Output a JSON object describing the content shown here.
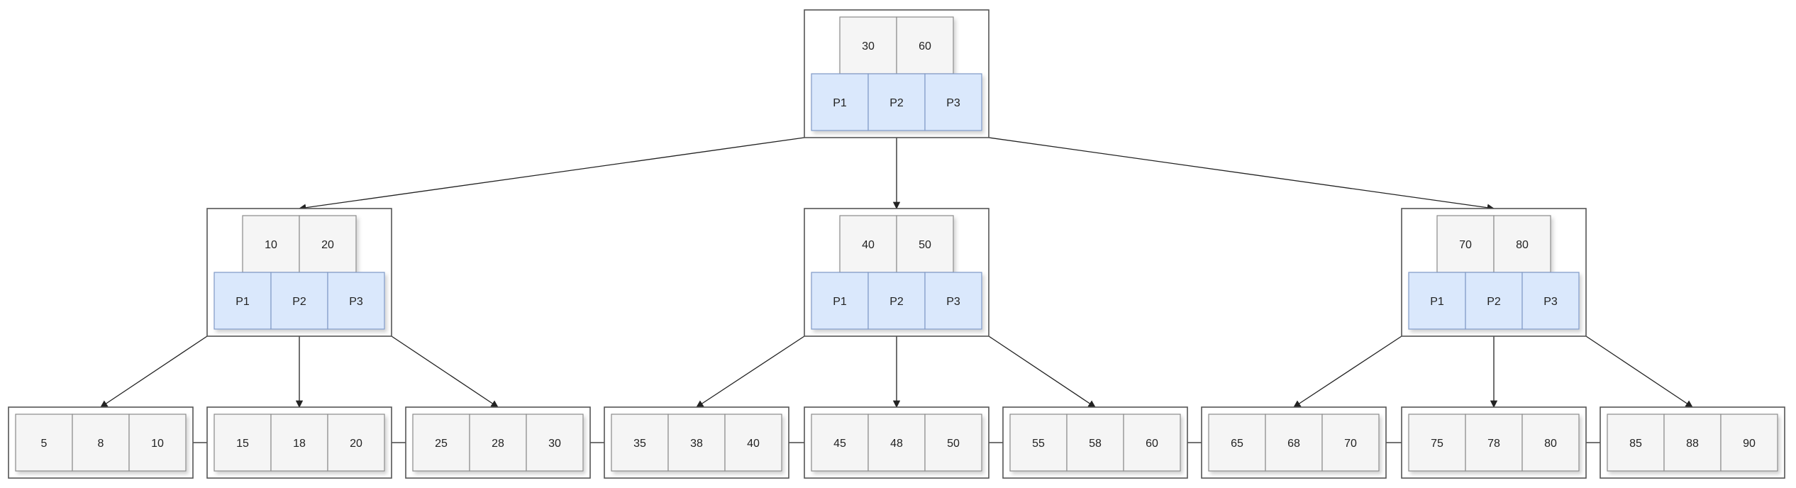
{
  "tree": {
    "root": {
      "keys": [
        "30",
        "60"
      ],
      "pointers": [
        "P1",
        "P2",
        "P3"
      ]
    },
    "internal": [
      {
        "keys": [
          "10",
          "20"
        ],
        "pointers": [
          "P1",
          "P2",
          "P3"
        ]
      },
      {
        "keys": [
          "40",
          "50"
        ],
        "pointers": [
          "P1",
          "P2",
          "P3"
        ]
      },
      {
        "keys": [
          "70",
          "80"
        ],
        "pointers": [
          "P1",
          "P2",
          "P3"
        ]
      }
    ],
    "leaves": [
      [
        "5",
        "8",
        "10"
      ],
      [
        "15",
        "18",
        "20"
      ],
      [
        "25",
        "28",
        "30"
      ],
      [
        "35",
        "38",
        "40"
      ],
      [
        "45",
        "48",
        "50"
      ],
      [
        "55",
        "58",
        "60"
      ],
      [
        "65",
        "68",
        "70"
      ],
      [
        "75",
        "78",
        "80"
      ],
      [
        "85",
        "88",
        "90"
      ]
    ]
  },
  "colors": {
    "frame_stroke": "#555555",
    "key_fill": "#f5f5f5",
    "pointer_fill": "#dae8fc",
    "pointer_stroke": "#7f99c6",
    "edge": "#222222"
  }
}
